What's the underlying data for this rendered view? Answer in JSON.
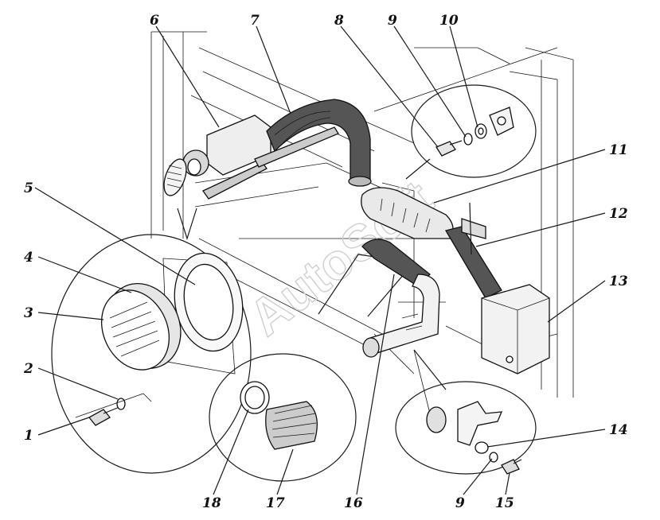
{
  "watermark": "AutoSoft",
  "callouts": [
    {
      "id": "1",
      "text": "1"
    },
    {
      "id": "2",
      "text": "2"
    },
    {
      "id": "3",
      "text": "3"
    },
    {
      "id": "4",
      "text": "4"
    },
    {
      "id": "5",
      "text": "5"
    },
    {
      "id": "6",
      "text": "6"
    },
    {
      "id": "7",
      "text": "7"
    },
    {
      "id": "8",
      "text": "8"
    },
    {
      "id": "9a",
      "text": "9"
    },
    {
      "id": "10",
      "text": "10"
    },
    {
      "id": "11",
      "text": "11"
    },
    {
      "id": "12",
      "text": "12"
    },
    {
      "id": "13",
      "text": "13"
    },
    {
      "id": "14",
      "text": "14"
    },
    {
      "id": "9b",
      "text": "9"
    },
    {
      "id": "15",
      "text": "15"
    },
    {
      "id": "16",
      "text": "16"
    },
    {
      "id": "17",
      "text": "17"
    },
    {
      "id": "18",
      "text": "18"
    }
  ]
}
